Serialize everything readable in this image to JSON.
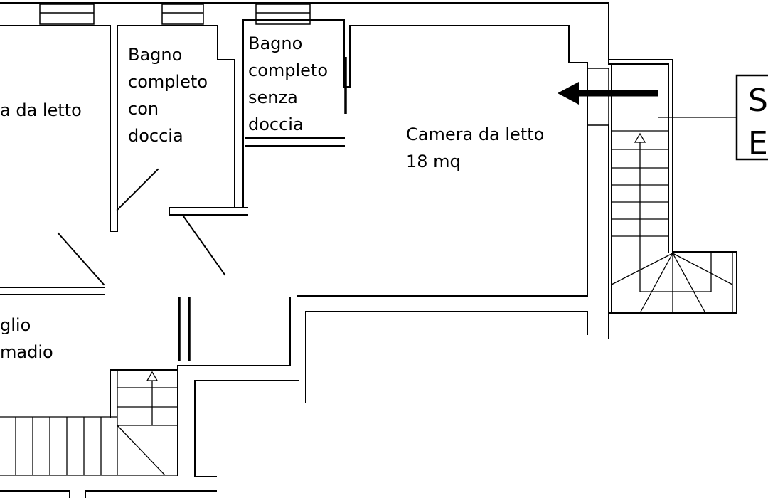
{
  "rooms": {
    "bedroom_left": {
      "line1": "a da letto"
    },
    "bath_shower": {
      "line1": "Bagno",
      "line2": "completo",
      "line3": "con",
      "line4": "doccia"
    },
    "bath_no_shower": {
      "line1": "Bagno",
      "line2": "completo",
      "line3": "senza",
      "line4": "doccia"
    },
    "bedroom_main": {
      "line1": "Camera da letto",
      "line2": "18 mq"
    },
    "closet": {
      "line1": "glio",
      "line2": "madio"
    }
  },
  "legend": {
    "line1": "S",
    "line2": "E"
  },
  "icons": {
    "entry_arrow": "left-arrow-icon",
    "stair_arrow": "up-arrow-icon"
  }
}
